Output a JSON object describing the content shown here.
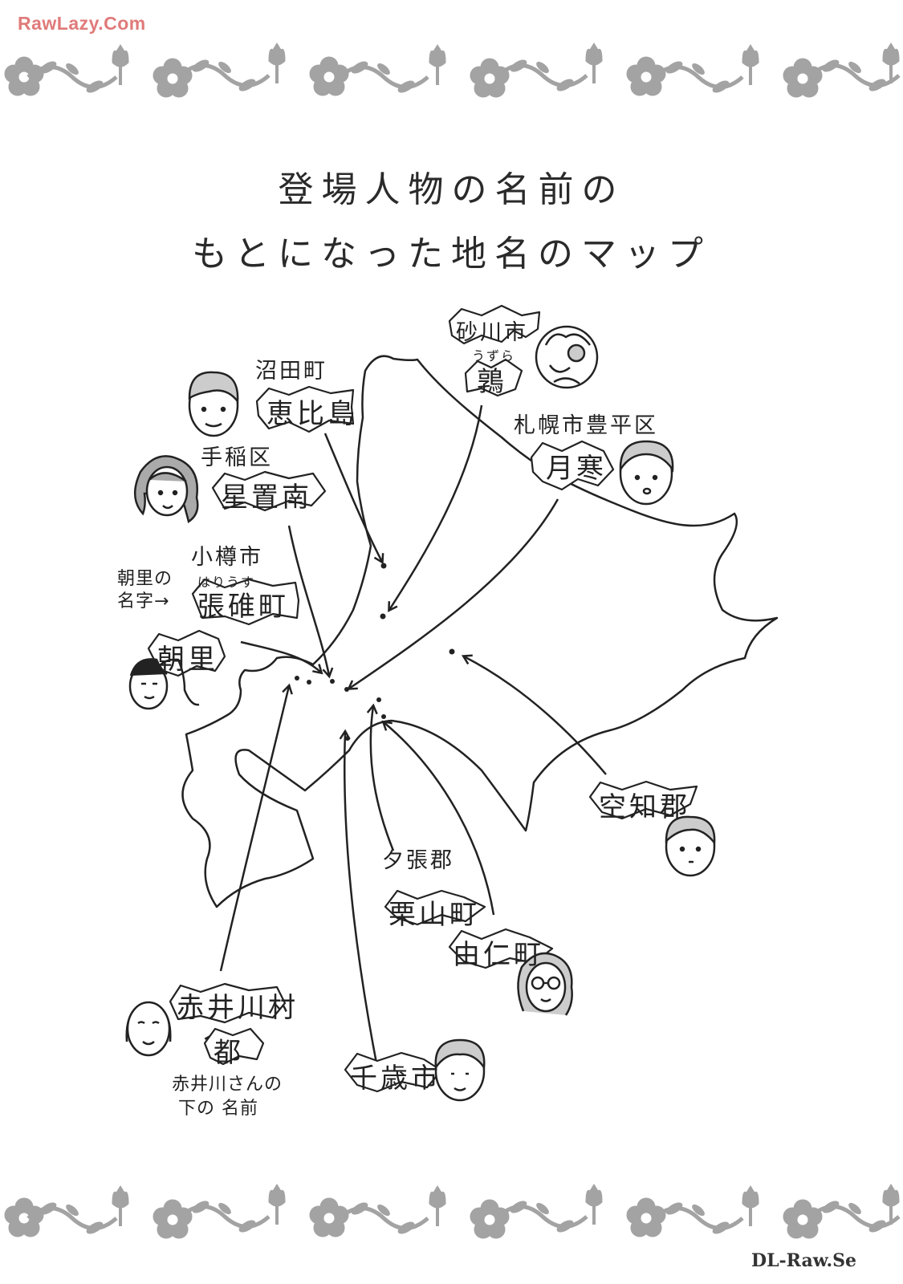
{
  "watermarks": {
    "top": "RawLazy.Com",
    "bottom": "DL-Raw.Se"
  },
  "title": {
    "line1": "登場人物の名前の",
    "line2": "もとになった地名のマップ"
  },
  "places": {
    "sunagawa": {
      "city": "砂川市",
      "reading": "うずら",
      "name": "鶉"
    },
    "numata": {
      "town": "沼田町",
      "name": "恵比島"
    },
    "sapporo": {
      "ward": "札幌市豊平区",
      "name": "月寒"
    },
    "teine": {
      "ward": "手稲区",
      "name": "星置南"
    },
    "otaru": {
      "city": "小樽市",
      "reading": "はりうす",
      "town": "張碓町",
      "note": "朝里の名字→",
      "sub": "朝里"
    },
    "sorachi": {
      "name": "空知郡"
    },
    "yubari": {
      "district": "夕張郡",
      "town1": "栗山町",
      "town2": "由仁町"
    },
    "akaigawa": {
      "village": "赤井川村",
      "name": "都",
      "note_line1": "赤井川さんの",
      "note_line2": "下の 名前"
    },
    "chitose": {
      "name": "千歳市"
    }
  },
  "colors": {
    "ink": "#222222",
    "border_gray": "#a3a3a3",
    "watermark": "#e07a7a",
    "skin": "#ffffff"
  },
  "icons": {
    "border": "floral-border-icon",
    "face": "character-face-icon",
    "arrow": "arrow-icon"
  }
}
